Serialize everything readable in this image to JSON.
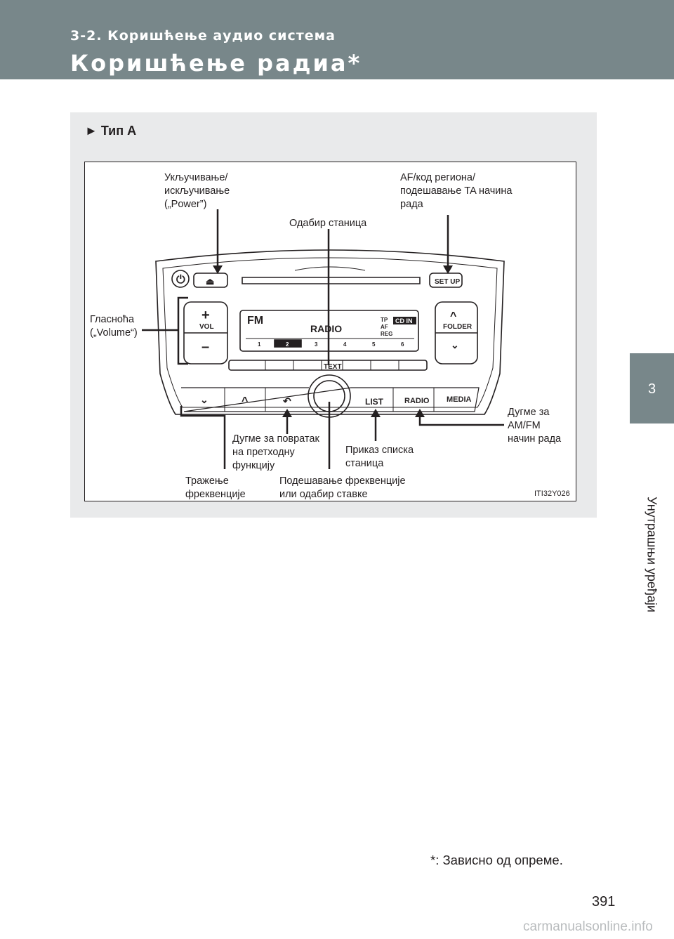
{
  "header": {
    "section": "3-2. Коришћење аудио система",
    "title": "Коришћење радиа*"
  },
  "side_tab": {
    "number": "3",
    "label": "Унутрашњи уређаји"
  },
  "panel": {
    "title": "► Тип А",
    "figure_id": "ITI32Y026",
    "labels": {
      "power": "Укључивање/\nискључивање\n(„Power”)",
      "af_code": "AF/код региона/\nподешавање TA начина\nрада",
      "station_select": "Одабир станица",
      "volume": "Гласноћа\n(„Volume“)",
      "am_fm": "Дугме за\nAM/FM\nначин рада",
      "back": "Дугме за повратак\nна претходну\nфункцију",
      "list": "Приказ списка\nстаница",
      "seek": "Тражење\nфреквенције",
      "tune": "Подешавање фреквенције\nили одабир ставке"
    },
    "device": {
      "eject": "⏏",
      "setup": "SET UP",
      "vol": "VOL",
      "vol_plus": "+",
      "vol_minus": "–",
      "folder": "FOLDER",
      "display_band": "FM",
      "display_mode": "RADIO",
      "display_flags": [
        "TP",
        "AF",
        "REG"
      ],
      "display_cd": "CD IN",
      "presets": [
        "1",
        "2",
        "3",
        "4",
        "5",
        "6"
      ],
      "text_btn": "TEXT",
      "list_btn": "LIST",
      "radio_btn": "RADIO",
      "media_btn": "MEDIA"
    }
  },
  "footnote": "*: Зависно од опреме.",
  "page_number": "391",
  "watermark": "carmanualsonline.info",
  "colors": {
    "header": "#78878a",
    "panel": "#e9eaeb",
    "text": "#231f20"
  }
}
